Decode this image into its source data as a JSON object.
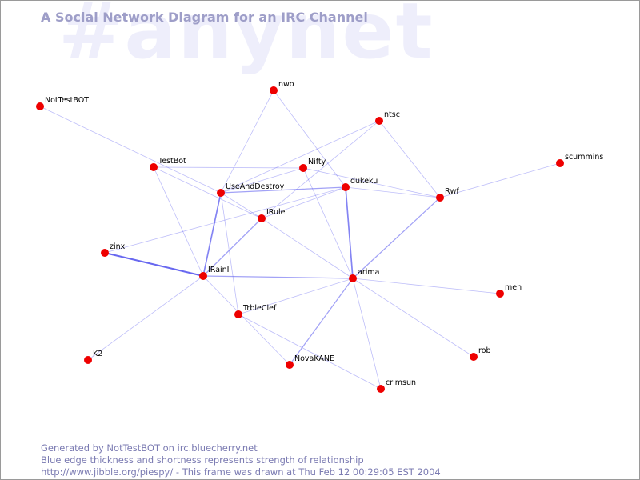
{
  "watermark": "#anynet",
  "title": "A Social Network Diagram for an IRC Channel",
  "footer": {
    "line1": "Generated by NotTestBOT on irc.bluecherry.net",
    "line2": "Blue edge thickness and shortness represents strength of relationship",
    "line3": "http://www.jibble.org/piespy/ - This frame was drawn at Thu Feb 12 00:29:05 EST 2004"
  },
  "colors": {
    "node": "#ee0000",
    "edge": "#5555ee",
    "title": "#9e9ec8",
    "watermark": "#eeeefb",
    "footer": "#7b7bb2"
  },
  "nodes": [
    {
      "id": "NotTestBOT",
      "label": "NotTestBOT"
    },
    {
      "id": "nwo",
      "label": "nwo"
    },
    {
      "id": "ntsc",
      "label": "ntsc"
    },
    {
      "id": "scummins",
      "label": "scummins"
    },
    {
      "id": "TestBot",
      "label": "TestBot"
    },
    {
      "id": "Nifty",
      "label": "Nifty"
    },
    {
      "id": "UseAndDestroy",
      "label": "UseAndDestroy"
    },
    {
      "id": "dukeku",
      "label": "dukeku"
    },
    {
      "id": "Rwf",
      "label": "Rwf"
    },
    {
      "id": "IRule",
      "label": "IRule"
    },
    {
      "id": "zinx",
      "label": "zinx"
    },
    {
      "id": "IRainI",
      "label": "IRainI"
    },
    {
      "id": "arima",
      "label": "arima"
    },
    {
      "id": "meh",
      "label": "meh"
    },
    {
      "id": "TrbleClef",
      "label": "TrbleClef"
    },
    {
      "id": "K2",
      "label": "K2"
    },
    {
      "id": "rob",
      "label": "rob"
    },
    {
      "id": "NovaKANE",
      "label": "NovaKANE"
    },
    {
      "id": "crimsun",
      "label": "crimsun"
    }
  ],
  "edges": [
    {
      "source": "NotTestBOT",
      "target": "UseAndDestroy",
      "strength": 1
    },
    {
      "source": "TestBot",
      "target": "Nifty",
      "strength": 1
    },
    {
      "source": "TestBot",
      "target": "IRule",
      "strength": 1
    },
    {
      "source": "TestBot",
      "target": "IRainI",
      "strength": 1
    },
    {
      "source": "nwo",
      "target": "UseAndDestroy",
      "strength": 1
    },
    {
      "source": "nwo",
      "target": "dukeku",
      "strength": 1
    },
    {
      "source": "ntsc",
      "target": "Rwf",
      "strength": 1
    },
    {
      "source": "ntsc",
      "target": "IRule",
      "strength": 1
    },
    {
      "source": "ntsc",
      "target": "UseAndDestroy",
      "strength": 1
    },
    {
      "source": "Nifty",
      "target": "Rwf",
      "strength": 1
    },
    {
      "source": "Nifty",
      "target": "UseAndDestroy",
      "strength": 1
    },
    {
      "source": "Nifty",
      "target": "arima",
      "strength": 1
    },
    {
      "source": "UseAndDestroy",
      "target": "dukeku",
      "strength": 2
    },
    {
      "source": "UseAndDestroy",
      "target": "IRule",
      "strength": 1
    },
    {
      "source": "UseAndDestroy",
      "target": "IRainI",
      "strength": 3
    },
    {
      "source": "UseAndDestroy",
      "target": "TrbleClef",
      "strength": 1
    },
    {
      "source": "dukeku",
      "target": "Rwf",
      "strength": 1
    },
    {
      "source": "dukeku",
      "target": "arima",
      "strength": 3
    },
    {
      "source": "dukeku",
      "target": "IRule",
      "strength": 1
    },
    {
      "source": "Rwf",
      "target": "scummins",
      "strength": 1
    },
    {
      "source": "Rwf",
      "target": "arima",
      "strength": 2
    },
    {
      "source": "IRule",
      "target": "arima",
      "strength": 1
    },
    {
      "source": "IRule",
      "target": "IRainI",
      "strength": 2
    },
    {
      "source": "zinx",
      "target": "IRainI",
      "strength": 4
    },
    {
      "source": "zinx",
      "target": "dukeku",
      "strength": 1
    },
    {
      "source": "IRainI",
      "target": "arima",
      "strength": 2
    },
    {
      "source": "IRainI",
      "target": "K2",
      "strength": 1
    },
    {
      "source": "IRainI",
      "target": "NovaKANE",
      "strength": 1
    },
    {
      "source": "arima",
      "target": "meh",
      "strength": 1
    },
    {
      "source": "arima",
      "target": "TrbleClef",
      "strength": 1
    },
    {
      "source": "arima",
      "target": "rob",
      "strength": 1
    },
    {
      "source": "arima",
      "target": "NovaKANE",
      "strength": 2
    },
    {
      "source": "arima",
      "target": "crimsun",
      "strength": 1
    },
    {
      "source": "TrbleClef",
      "target": "crimsun",
      "strength": 1
    }
  ]
}
